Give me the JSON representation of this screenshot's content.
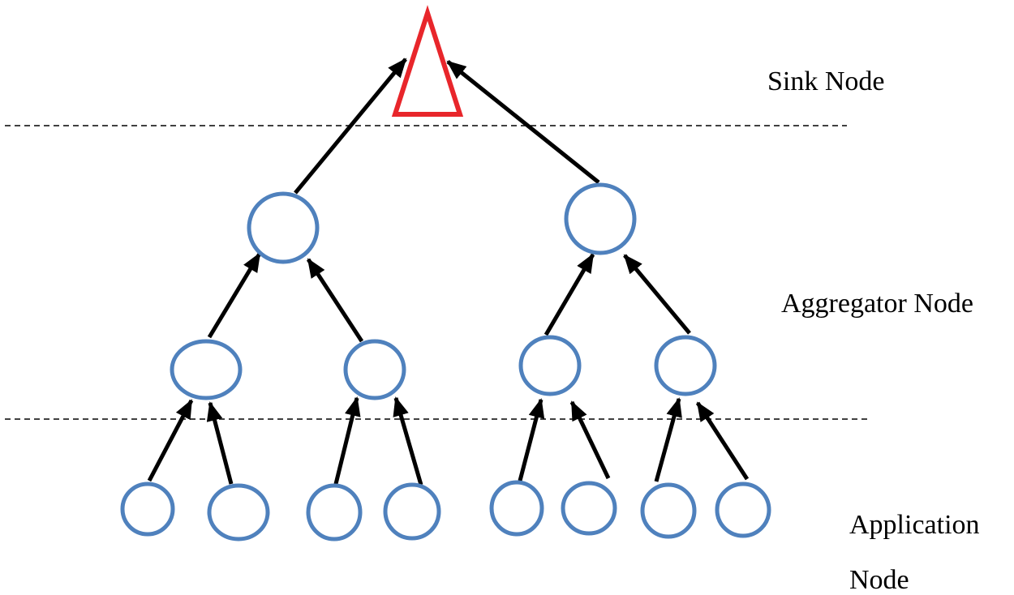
{
  "labels": {
    "sink": "Sink Node",
    "aggregator": "Aggregator Node",
    "application_line1": "Application",
    "application_line2": "Node"
  },
  "colors": {
    "sink_stroke": "#e8262b",
    "node_stroke": "#4f81bd",
    "arrow": "#000000",
    "divider": "#000000",
    "background": "#ffffff"
  },
  "tree": {
    "sink": "sink",
    "aggregator_level1": [
      "agg-a",
      "agg-b"
    ],
    "aggregator_level2": [
      "agg-a1",
      "agg-a2",
      "agg-b1",
      "agg-b2"
    ],
    "application": [
      "app-1",
      "app-2",
      "app-3",
      "app-4",
      "app-5",
      "app-6",
      "app-7",
      "app-8"
    ],
    "edges": [
      [
        "agg-a",
        "sink"
      ],
      [
        "agg-b",
        "sink"
      ],
      [
        "agg-a1",
        "agg-a"
      ],
      [
        "agg-a2",
        "agg-a"
      ],
      [
        "agg-b1",
        "agg-b"
      ],
      [
        "agg-b2",
        "agg-b"
      ],
      [
        "app-1",
        "agg-a1"
      ],
      [
        "app-2",
        "agg-a1"
      ],
      [
        "app-3",
        "agg-a2"
      ],
      [
        "app-4",
        "agg-a2"
      ],
      [
        "app-5",
        "agg-b1"
      ],
      [
        "app-6",
        "agg-b1"
      ],
      [
        "app-7",
        "agg-b2"
      ],
      [
        "app-8",
        "agg-b2"
      ]
    ]
  }
}
